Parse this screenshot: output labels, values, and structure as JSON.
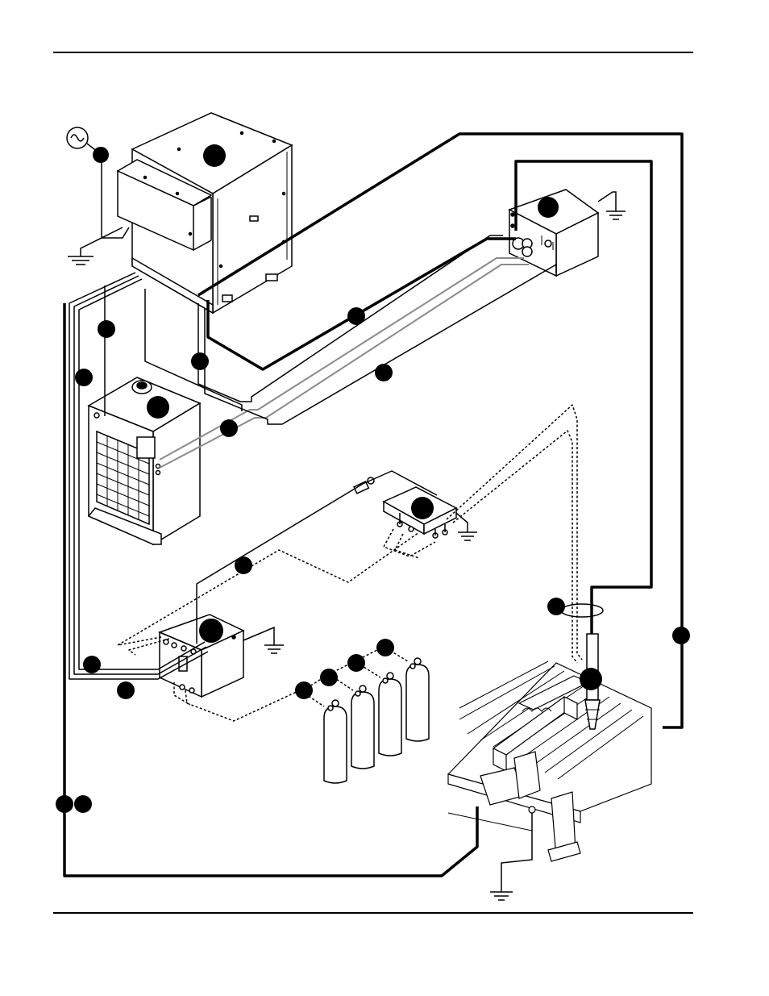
{
  "page": {
    "background": "#ffffff",
    "ink": "#000000",
    "cable_gray": "#8a8a8a"
  },
  "diagram": {
    "type": "plasma cutting system interconnection diagram",
    "components": [
      "power-supply",
      "ignition-console",
      "cooler",
      "gas-console",
      "metering-console",
      "gas-cylinders",
      "torch",
      "cutting-table"
    ],
    "callout_count": 22,
    "cylinder_count": 4
  }
}
